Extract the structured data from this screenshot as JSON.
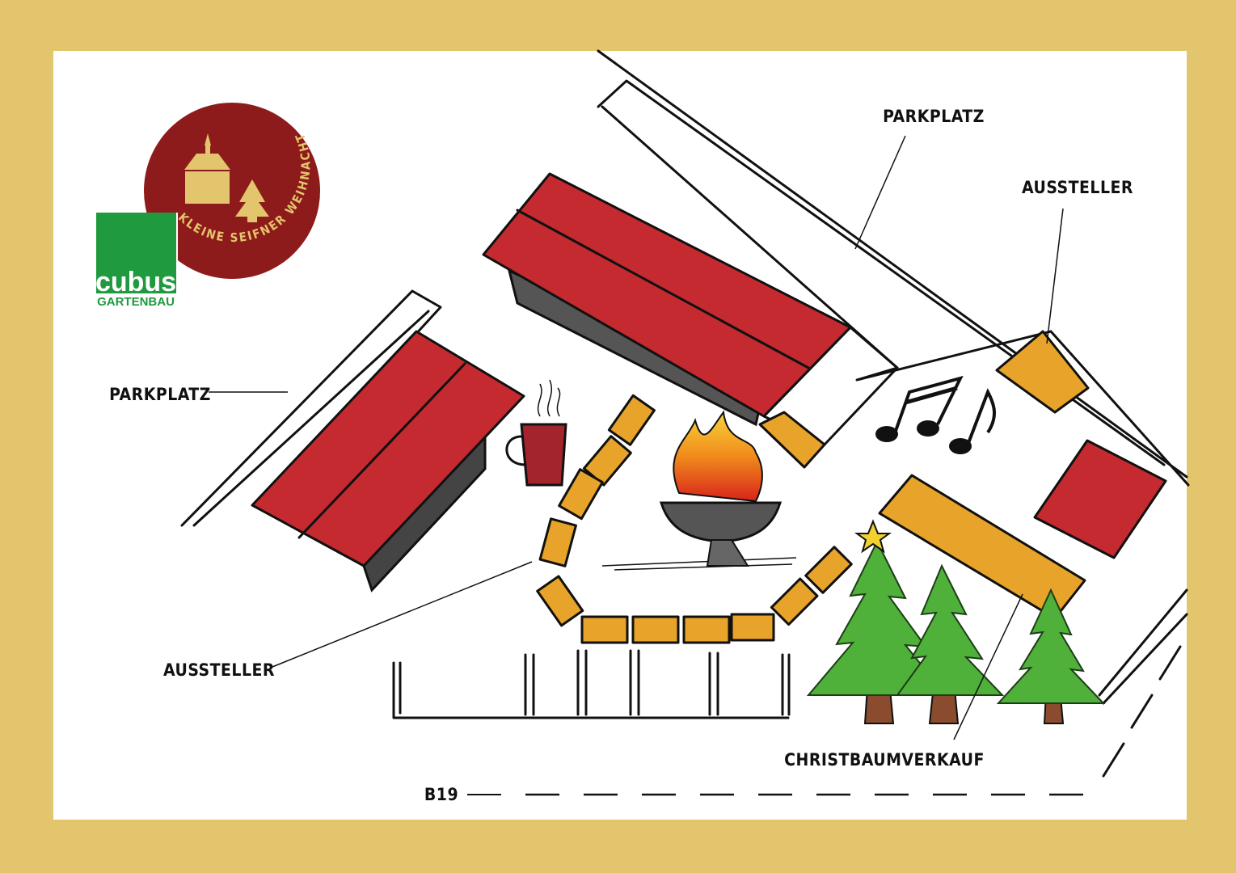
{
  "title": "Kleine Seifner Weihnacht – Lageplan",
  "logo": {
    "badge_text": "KLEINE SEIFNER WEIHNACHT",
    "sponsor_name": "cubus",
    "sponsor_sub": "GARTENBAU"
  },
  "labels": {
    "parking_top": "PARKPLATZ",
    "parking_left": "PARKPLATZ",
    "exhibitors_right": "AUSSTELLER",
    "exhibitors_bottom": "AUSSTELLER",
    "tree_sale": "CHRISTBAUMVERKAUF",
    "road": "B19"
  },
  "colors": {
    "frame": "#e2c56c",
    "roof": "#c42a2f",
    "booth": "#e8a42a",
    "badge": "#8e1b1b",
    "sponsor": "#1f9a3f",
    "tree": "#4fb03a"
  }
}
